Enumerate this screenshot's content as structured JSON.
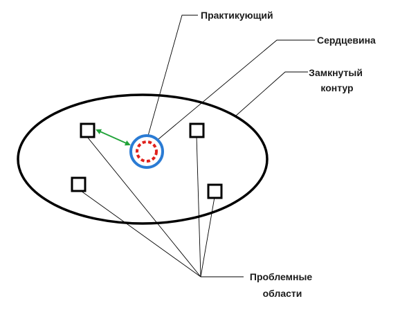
{
  "labels": {
    "practitioner": "Практикующий",
    "core": "Сердцевина",
    "closed_contour": [
      "Замкнутый",
      "контур"
    ],
    "problem_areas": [
      "Проблемные",
      "области"
    ]
  },
  "colors": {
    "outline": "#000000",
    "leader_line": "#000000",
    "practitioner_ring": "#2a7bd4",
    "core_dashes": "#e0201c",
    "connection_arrow": "#22a33a"
  },
  "icons": {
    "problem_area": "square-outline",
    "practitioner": "blue-ring",
    "core": "red-dashed-circle",
    "arrow": "double-headed-arrow"
  }
}
